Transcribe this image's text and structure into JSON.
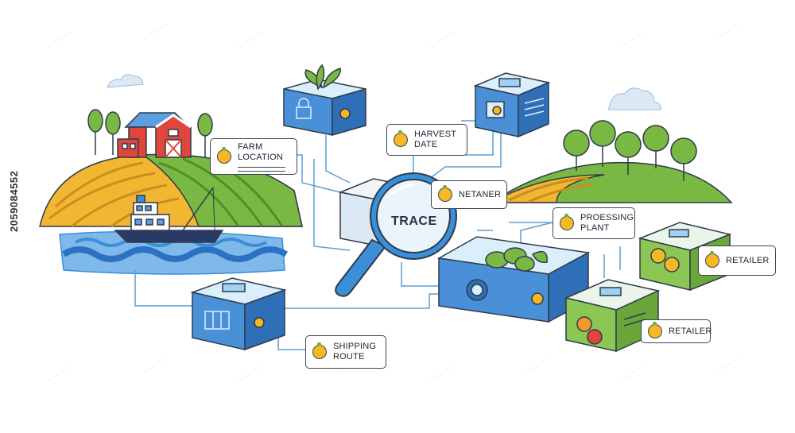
{
  "labels": {
    "farm_location": "FARM LOCATION",
    "harvest_date_line1": "HARVEST",
    "harvest_date_line2": "DATE",
    "netaner": "NETANER",
    "processing_line1": "PROESSING",
    "processing_line2": "PLANT",
    "retailer_top": "RETAILER",
    "retailer_bottom": "RETAILER",
    "shipping_line1": "SHIPPING",
    "shipping_line2": "ROUTE"
  },
  "magnifier": {
    "text": "TRACE"
  },
  "stock_id": "2059084552",
  "icons": [
    "apple-icon",
    "fuel-icon",
    "gears-icon",
    "scale-icon",
    "basket-icon",
    "bird-icon",
    "leaf-icon",
    "lock-icon"
  ],
  "colors": {
    "outline": "#2f3b4a",
    "box_blue": "#4a90d9",
    "box_top": "#dbeefc",
    "box_green": "#7cc04a",
    "accent_yellow": "#f6b824",
    "water": "#3a8fd6",
    "barn_red": "#e0463c",
    "field_yellow": "#f2b632",
    "field_green": "#79b843"
  }
}
